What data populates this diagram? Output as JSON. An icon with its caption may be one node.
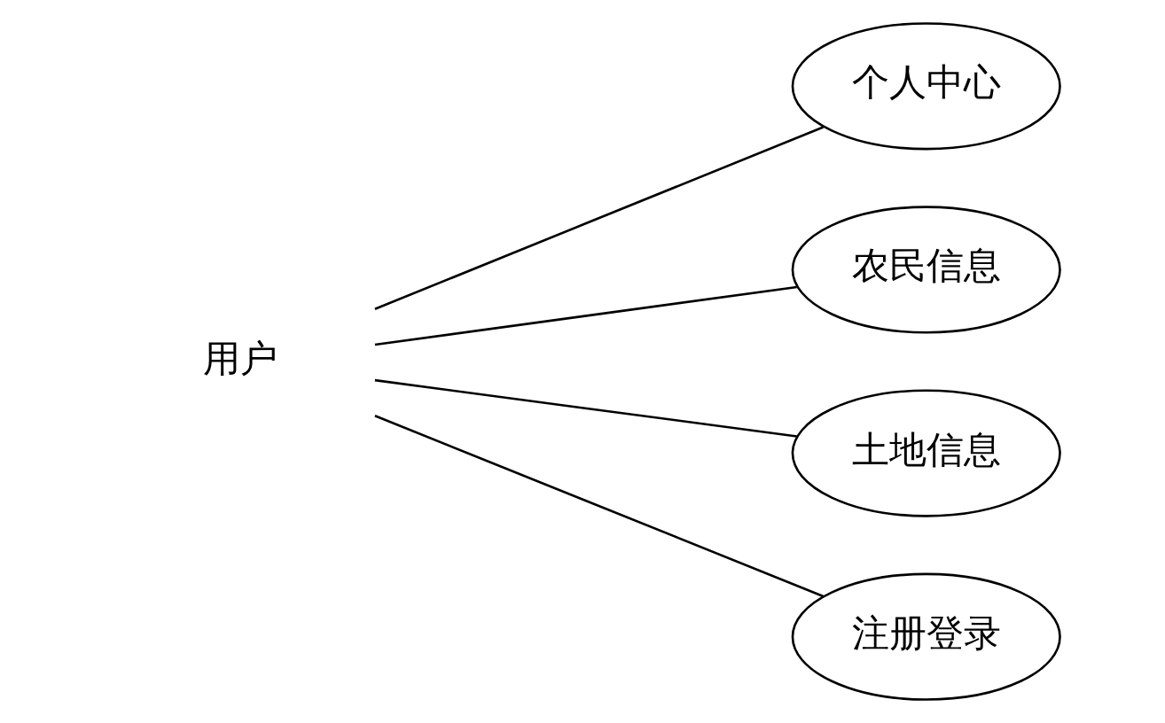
{
  "diagram": {
    "nodes": [
      {
        "text": [
          "用户"
        ]
      },
      {
        "text": [
          "个人中心"
        ]
      },
      {
        "text": [
          "农民信息"
        ]
      },
      {
        "text": [
          "土地信息"
        ]
      },
      {
        "text": [
          "注册登录"
        ]
      }
    ],
    "edges": [
      {
        "from": 0,
        "to": 1,
        "arrow": "none"
      },
      {
        "from": 0,
        "to": 2,
        "arrow": "none"
      },
      {
        "from": 0,
        "to": 3,
        "arrow": "none"
      },
      {
        "from": 0,
        "to": 4,
        "arrow": "none"
      }
    ]
  }
}
